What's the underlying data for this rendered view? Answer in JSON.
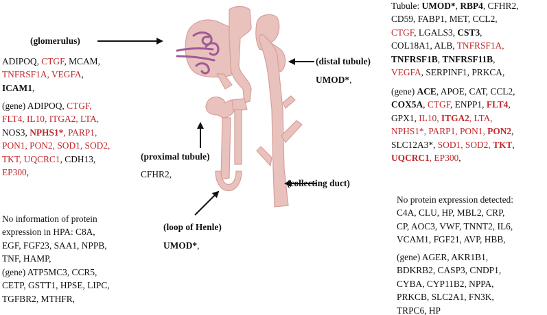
{
  "colors": {
    "red": "#c0282d",
    "black": "#111111",
    "nephron_fill": "#e9c1bd",
    "nephron_stroke": "#d79f9a",
    "glomerulus": "#9e5a96"
  },
  "labels": {
    "glomerulus": "(glomerulus)",
    "distal_tubule": "(distal tubule)",
    "proximal_tubule": "(proximal tubule)",
    "collecting_duct": "(collecting duct)",
    "loop_of_henle": "(loop of Henle)"
  },
  "glomerulus": {
    "protein": [
      [
        {
          "t": "ADIPOQ, "
        },
        {
          "t": "CTGF",
          "c": "r"
        },
        {
          "t": ", MCAM,"
        }
      ],
      [
        {
          "t": "TNFRSF1A, VEGFA",
          "c": "r"
        },
        {
          "t": ","
        }
      ],
      [
        {
          "t": "ICAM1",
          "b": true
        },
        {
          "t": ","
        }
      ]
    ],
    "gene": [
      [
        {
          "t": "(gene) ADIPOQ, "
        },
        {
          "t": "CTGF,",
          "c": "r"
        }
      ],
      [
        {
          "t": "FLT4, IL10, ITGA2, LTA,",
          "c": "r"
        }
      ],
      [
        {
          "t": "NOS3, "
        },
        {
          "t": "NPHS1*",
          "c": "r",
          "b": true
        },
        {
          "t": ", PARP1,",
          "c": "r"
        }
      ],
      [
        {
          "t": "PON1, PON2, SOD1, SOD2,",
          "c": "r"
        }
      ],
      [
        {
          "t": "TKT, UQCRC1",
          "c": "r"
        },
        {
          "t": ", CDH13,"
        }
      ],
      [
        {
          "t": "EP300",
          "c": "r"
        },
        {
          "t": ","
        }
      ]
    ]
  },
  "proximal_tubule": {
    "lines": [
      [
        {
          "t": "CFHR2,"
        }
      ]
    ]
  },
  "distal_tubule": {
    "lines": [
      [
        {
          "t": "UMOD*",
          "b": true
        },
        {
          "t": ","
        }
      ]
    ]
  },
  "loop_of_henle": {
    "lines": [
      [
        {
          "t": "UMOD*",
          "b": true
        },
        {
          "t": ","
        }
      ]
    ]
  },
  "tubule": {
    "protein": [
      [
        {
          "t": "Tubule: "
        },
        {
          "t": "UMOD*",
          "b": true
        },
        {
          "t": ", "
        },
        {
          "t": "RBP4",
          "b": true
        },
        {
          "t": ", CFHR2,"
        }
      ],
      [
        {
          "t": "CD59, FABP1, MET, CCL2,"
        }
      ],
      [
        {
          "t": "CTGF",
          "c": "r"
        },
        {
          "t": ", LGALS3, "
        },
        {
          "t": "CST3",
          "b": true
        },
        {
          "t": ","
        }
      ],
      [
        {
          "t": "COL18A1, ALB, "
        },
        {
          "t": "TNFRSF1A,",
          "c": "r"
        }
      ],
      [
        {
          "t": "TNFRSF1B",
          "b": true
        },
        {
          "t": ", "
        },
        {
          "t": "TNFRSF11B",
          "b": true
        },
        {
          "t": ","
        }
      ],
      [
        {
          "t": "VEGFA",
          "c": "r"
        },
        {
          "t": ", SERPINF1, PRKCA,"
        }
      ]
    ],
    "gene": [
      [
        {
          "t": "(gene) "
        },
        {
          "t": "ACE",
          "b": true
        },
        {
          "t": ", APOE, CAT, CCL2,"
        }
      ],
      [
        {
          "t": "COX5A",
          "b": true
        },
        {
          "t": ", "
        },
        {
          "t": "CTGF",
          "c": "r"
        },
        {
          "t": ", ENPP1, "
        },
        {
          "t": "FLT4",
          "c": "r",
          "b": true
        },
        {
          "t": ","
        }
      ],
      [
        {
          "t": "GPX1, "
        },
        {
          "t": "IL10, ",
          "c": "r"
        },
        {
          "t": "ITGA2",
          "c": "r",
          "b": true
        },
        {
          "t": ", LTA,",
          "c": "r"
        }
      ],
      [
        {
          "t": "NPHS1*, PARP1, PON1, ",
          "c": "r"
        },
        {
          "t": "PON2",
          "c": "r",
          "b": true
        },
        {
          "t": ","
        }
      ],
      [
        {
          "t": "SLC12A3*, "
        },
        {
          "t": "SOD1, SOD2, ",
          "c": "r"
        },
        {
          "t": "TKT",
          "c": "r",
          "b": true
        },
        {
          "t": ","
        }
      ],
      [
        {
          "t": "UQCRC1",
          "c": "r",
          "b": true
        },
        {
          "t": ", EP300",
          "c": "r"
        },
        {
          "t": ","
        }
      ]
    ]
  },
  "no_info": {
    "protein": [
      [
        {
          "t": "No information of protein"
        }
      ],
      [
        {
          "t": "expression in HPA: C8A,"
        }
      ],
      [
        {
          "t": "EGF, FGF23, SAA1, NPPB,"
        }
      ],
      [
        {
          "t": "TNF, HAMP,"
        }
      ]
    ],
    "gene": [
      [
        {
          "t": "(gene) ATP5MC3, CCR5,"
        }
      ],
      [
        {
          "t": "CETP, GSTT1, HPSE, LIPC,"
        }
      ],
      [
        {
          "t": "TGFBR2, MTHFR,"
        }
      ]
    ]
  },
  "no_protein": {
    "protein": [
      [
        {
          "t": "No protein expression detected:"
        }
      ],
      [
        {
          "t": "C4A, CLU, HP, MBL2, CRP,"
        }
      ],
      [
        {
          "t": "CP,  AOC3, VWF, TNNT2, IL6,"
        }
      ],
      [
        {
          "t": "VCAM1, FGF21, AVP, HBB,"
        }
      ]
    ],
    "gene": [
      [
        {
          "t": "(gene) AGER, AKR1B1,"
        }
      ],
      [
        {
          "t": "BDKRB2, CASP3, CNDP1,"
        }
      ],
      [
        {
          "t": "CYBA, CYP11B2, NPPA,"
        }
      ],
      [
        {
          "t": "PRKCB, SLC2A1, FN3K,"
        }
      ],
      [
        {
          "t": "TRPC6, HP"
        }
      ]
    ]
  }
}
